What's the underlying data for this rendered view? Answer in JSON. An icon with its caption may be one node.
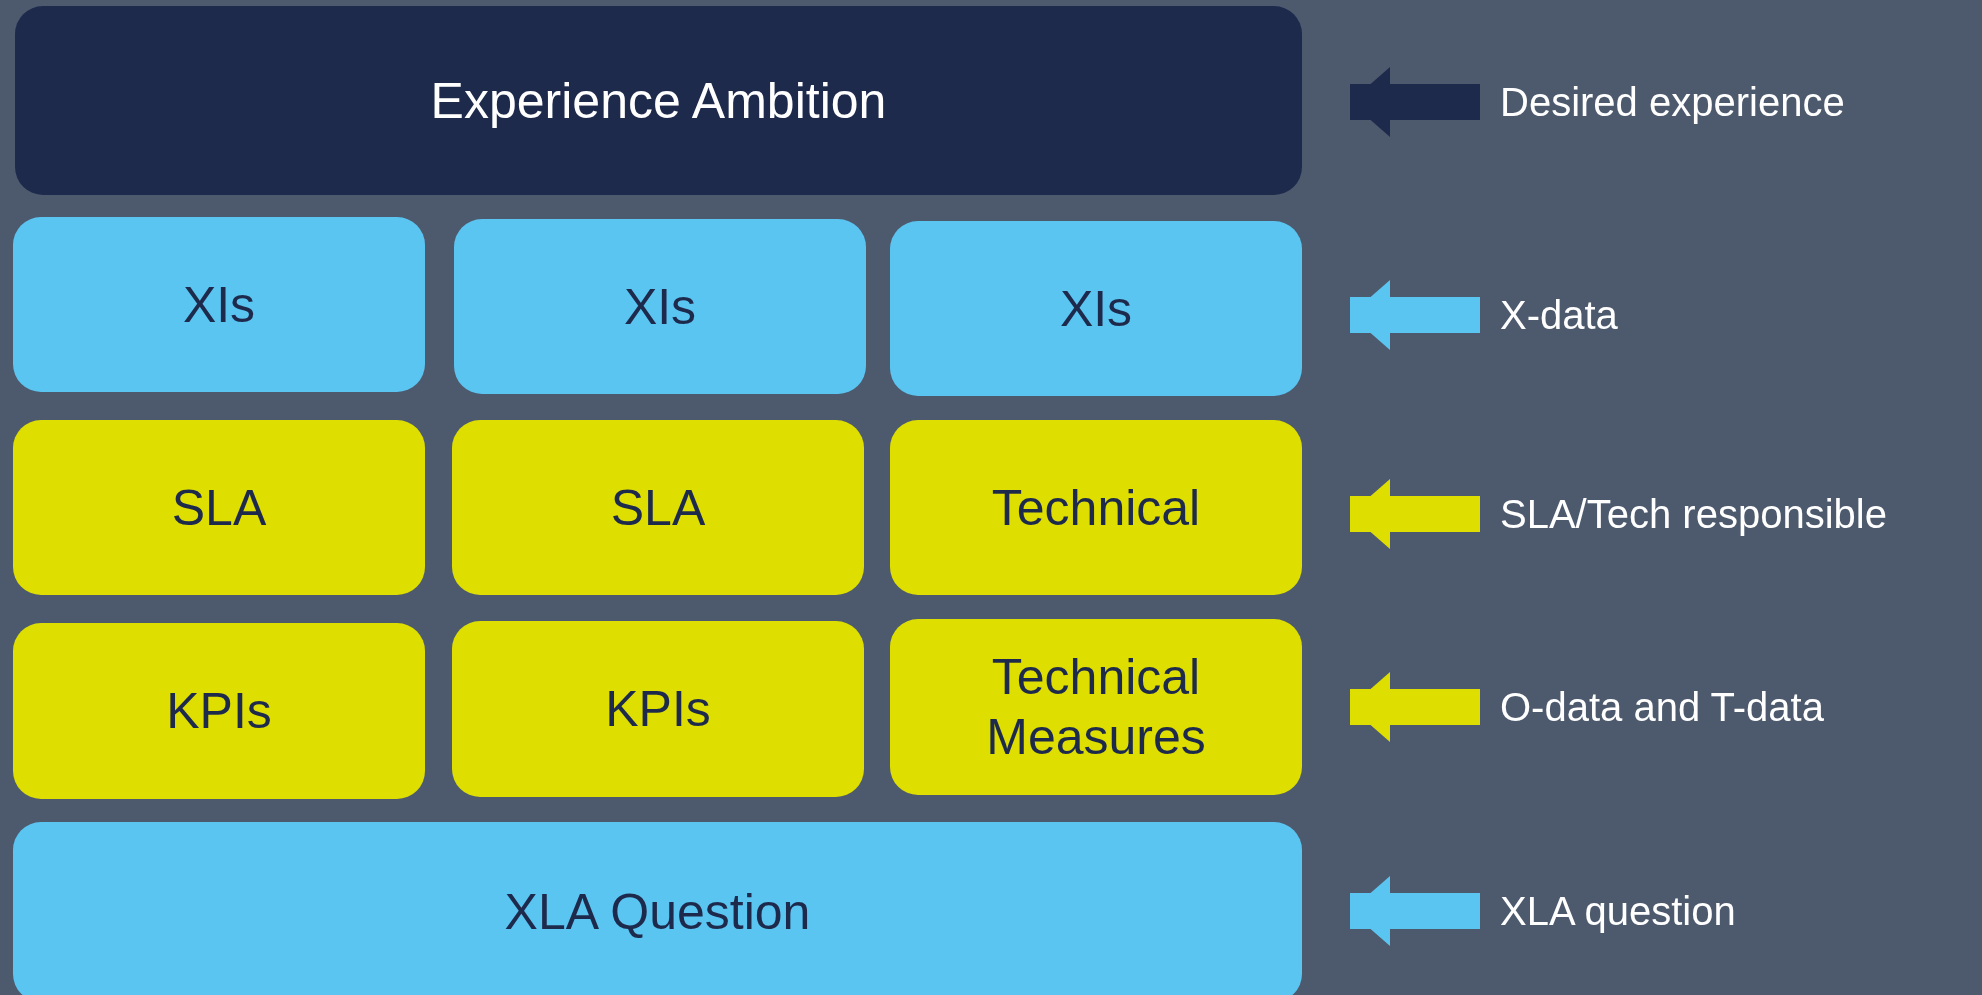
{
  "diagram": {
    "nodes": [
      {
        "text": [
          "Experience Ambition"
        ]
      },
      {
        "text": [
          "XIs"
        ]
      },
      {
        "text": [
          "XIs"
        ]
      },
      {
        "text": [
          "XIs"
        ]
      },
      {
        "text": [
          "SLA"
        ]
      },
      {
        "text": [
          "SLA"
        ]
      },
      {
        "text": [
          "Technical"
        ]
      },
      {
        "text": [
          "KPIs"
        ]
      },
      {
        "text": [
          "KPIs"
        ]
      },
      {
        "text": [
          "Technical Measures"
        ]
      },
      {
        "text": [
          "XLA Question"
        ]
      },
      {
        "text": [
          "Desired experience"
        ]
      },
      {
        "text": [
          "X-data"
        ]
      },
      {
        "text": [
          "SLA/Tech responsible"
        ]
      },
      {
        "text": [
          "O-data and T-data"
        ]
      },
      {
        "text": [
          "XLA question"
        ]
      }
    ],
    "edges": [
      {
        "from": 11,
        "to": 0,
        "arrow": "to",
        "color": "#1e2a4c"
      },
      {
        "from": 12,
        "to": 3,
        "arrow": "to",
        "color": "#5bc5f2"
      },
      {
        "from": 13,
        "to": 6,
        "arrow": "to",
        "color": "#dede00"
      },
      {
        "from": 14,
        "to": 9,
        "arrow": "to",
        "color": "#dede00"
      },
      {
        "from": 15,
        "to": 10,
        "arrow": "to",
        "color": "#5bc5f2"
      }
    ]
  }
}
